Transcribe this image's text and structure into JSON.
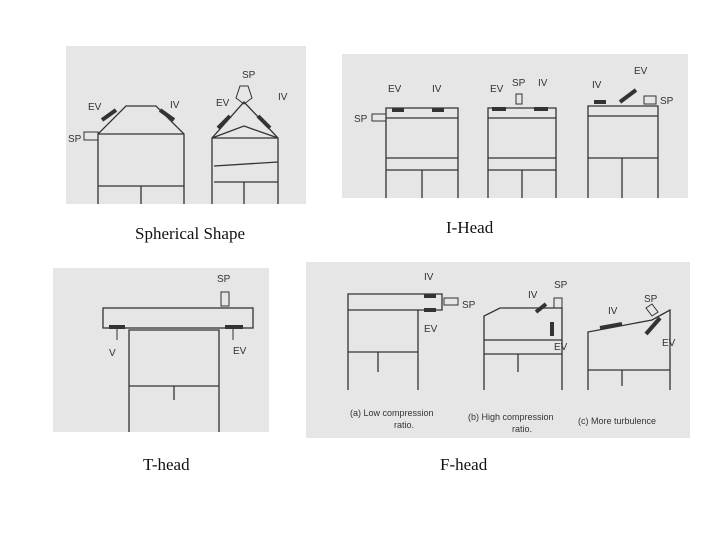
{
  "captions": {
    "spherical": "Spherical Shape",
    "ihead": "I-Head",
    "thead": "T-head",
    "fhead": "F-head"
  },
  "labels": {
    "ev": "EV",
    "iv": "IV",
    "sp": "SP",
    "v": "V"
  },
  "fhead_subcaptions": {
    "a_line1": "(a) Low compression",
    "a_line2": "ratio.",
    "b_line1": "(b) High compression",
    "b_line2": "ratio.",
    "c_line1": "(c) More turbulence"
  },
  "colors": {
    "panel_bg": "#e6e6e6",
    "ink": "#333333",
    "caption_text": "#111111"
  }
}
